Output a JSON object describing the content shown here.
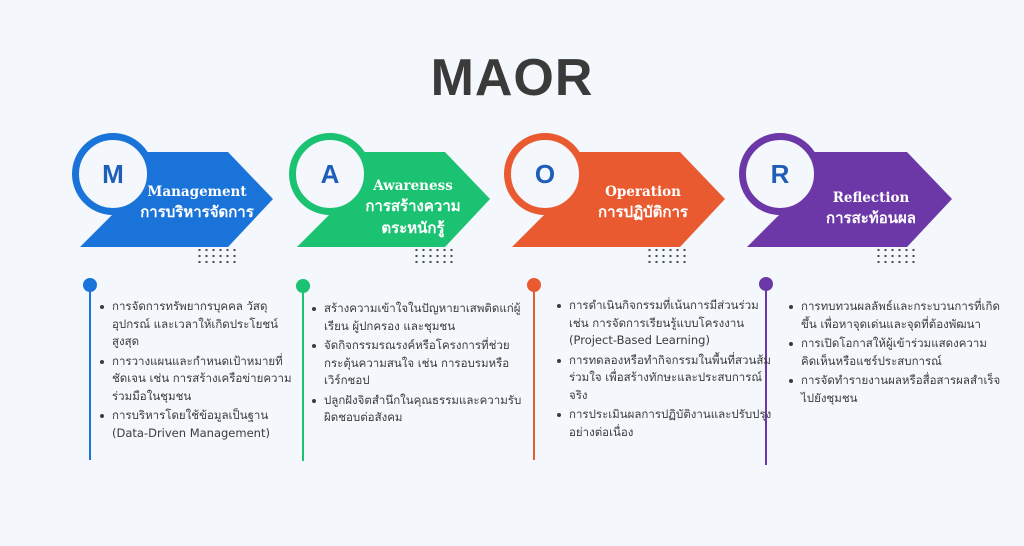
{
  "title": "MAOR",
  "stages": [
    {
      "letter": "M",
      "name_en": "Management",
      "name_th": "การบริหารจัดการ",
      "color": "#1a73d9",
      "letter_color": "#1f5eb8",
      "points": [
        "การจัดการทรัพยากรบุคคล วัสดุ อุปกรณ์ และเวลาให้เกิดประโยชน์สูงสุด",
        "การวางแผนและกำหนดเป้าหมายที่ชัดเจน เช่น การสร้างเครือข่ายความร่วมมือในชุมชน",
        "การบริหารโดยใช้ข้อมูลเป็นฐาน (Data-Driven Management)"
      ]
    },
    {
      "letter": "A",
      "name_en": "Awareness",
      "name_th": "การสร้างความตระหนักรู้",
      "color": "#1bc272",
      "letter_color": "#1f5eb8",
      "points": [
        "สร้างความเข้าใจในปัญหายาเสพติดแก่ผู้เรียน ผู้ปกครอง และชุมชน",
        "จัดกิจกรรมรณรงค์หรือโครงการที่ช่วยกระตุ้นความสนใจ เช่น การอบรมหรือเวิร์กชอป",
        "ปลูกฝังจิตสำนึกในคุณธรรมและความรับผิดชอบต่อสังคม"
      ]
    },
    {
      "letter": "O",
      "name_en": "Operation",
      "name_th": "การปฏิบัติการ",
      "color": "#ea5a30",
      "letter_color": "#1f5eb8",
      "points": [
        "การดำเนินกิจกรรมที่เน้นการมีส่วนร่วม เช่น การจัดการเรียนรู้แบบโครงงาน (Project-Based Learning)",
        "การทดลองหรือทำกิจกรรมในพื้นที่สวนส้มร่วมใจ เพื่อสร้างทักษะและประสบการณ์จริง",
        "การประเมินผลการปฏิบัติงานและปรับปรุงอย่างต่อเนื่อง"
      ]
    },
    {
      "letter": "R",
      "name_en": "Reflection",
      "name_th": "การสะท้อนผล",
      "color": "#6c38a8",
      "letter_color": "#1f5eb8",
      "points": [
        "การทบทวนผลลัพธ์และกระบวนการที่เกิดขึ้น เพื่อหาจุดเด่นและจุดที่ต้องพัฒนา",
        "การเปิดโอกาสให้ผู้เข้าร่วมแสดงความคิดเห็นหรือแชร์ประสบการณ์",
        "การจัดทำรายงานผลหรือสื่อสารผลสำเร็จไปยังชุมชน"
      ]
    }
  ]
}
